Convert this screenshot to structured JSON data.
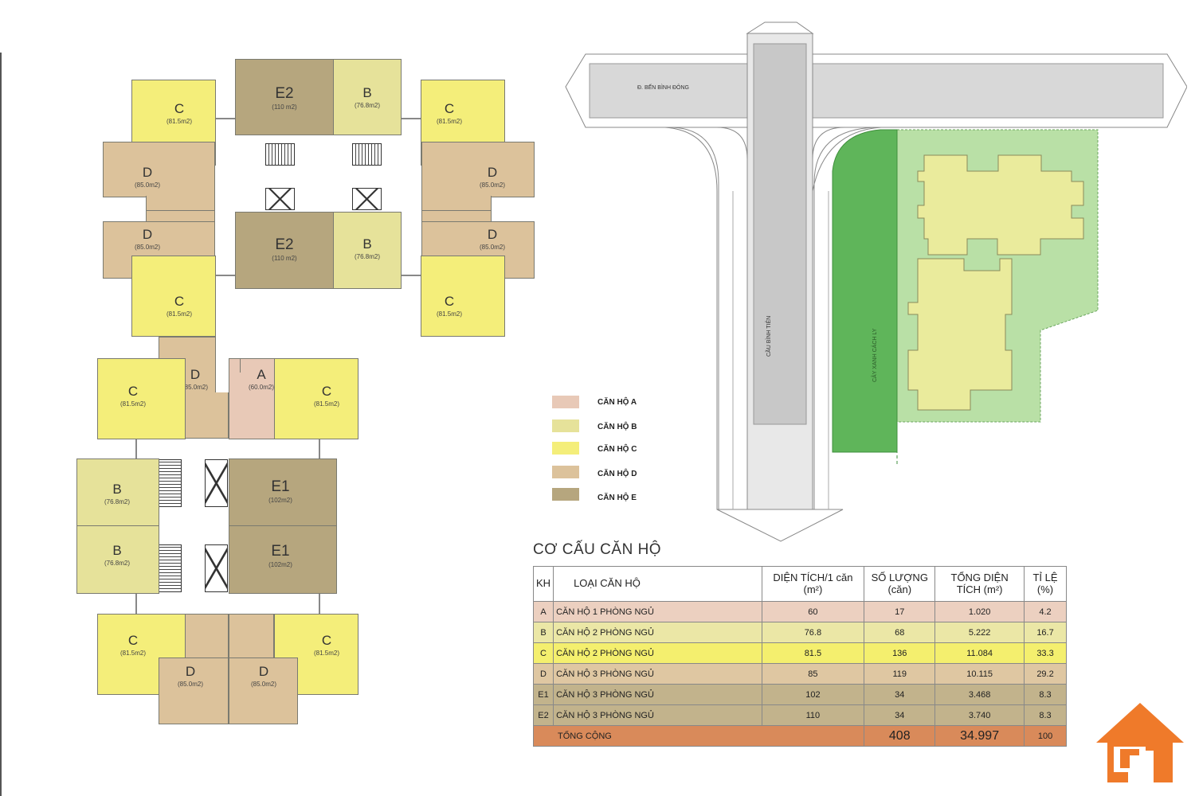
{
  "colors": {
    "A": "#e8c9b7",
    "B": "#e6e29a",
    "C": "#f4ee7a",
    "D": "#dcc29b",
    "E": "#b6a67e",
    "total": "#d98a5a",
    "green": "#b9e0a6",
    "green_dark": "#5fb55a",
    "road": "#d8d8d8",
    "logo": "#ef7a2a"
  },
  "units": {
    "c1": {
      "code": "C",
      "area": "(81.5m2)"
    },
    "e2a": {
      "code": "E2",
      "area": "(110 m2)"
    },
    "b1": {
      "code": "B",
      "area": "(76.8m2)"
    },
    "c2": {
      "code": "C",
      "area": "(81.5m2)"
    },
    "d1": {
      "code": "D",
      "area": "(85.0m2)"
    },
    "d2": {
      "code": "D",
      "area": "(85.0m2)"
    },
    "d3": {
      "code": "D",
      "area": "(85.0m2)"
    },
    "d4": {
      "code": "D",
      "area": "(85.0m2)"
    },
    "e2b": {
      "code": "E2",
      "area": "(110 m2)"
    },
    "b2": {
      "code": "B",
      "area": "(76.8m2)"
    },
    "c3": {
      "code": "C",
      "area": "(81.5m2)"
    },
    "c4": {
      "code": "C",
      "area": "(81.5m2)"
    },
    "c5": {
      "code": "C",
      "area": "(81.5m2)"
    },
    "d5": {
      "code": "D",
      "area": "(85.0m2)"
    },
    "a1": {
      "code": "A",
      "area": "(60.0m2)"
    },
    "c6": {
      "code": "C",
      "area": "(81.5m2)"
    },
    "b3": {
      "code": "B",
      "area": "(76.8m2)"
    },
    "e1a": {
      "code": "E1",
      "area": "(102m2)"
    },
    "b4": {
      "code": "B",
      "area": "(76.8m2)"
    },
    "e1b": {
      "code": "E1",
      "area": "(102m2)"
    },
    "c7": {
      "code": "C",
      "area": "(81.5m2)"
    },
    "c8": {
      "code": "C",
      "area": "(81.5m2)"
    },
    "d6": {
      "code": "D",
      "area": "(85.0m2)"
    },
    "d7": {
      "code": "D",
      "area": "(85.0m2)"
    }
  },
  "site": {
    "road_label": "Đ. BẾN BÌNH ĐÔNG",
    "bridge_label": "CẦU BÌNH TIÊN",
    "green_label": "CÂY XANH CÁCH LY"
  },
  "legend": [
    {
      "label": "CĂN HỘ A",
      "color": "#e8c9b7"
    },
    {
      "label": "CĂN HỘ B",
      "color": "#e6e29a"
    },
    {
      "label": "CĂN HỘ C",
      "color": "#f4ee7a"
    },
    {
      "label": "CĂN HỘ D",
      "color": "#dcc29b"
    },
    {
      "label": "CĂN HỘ E",
      "color": "#b6a67e"
    }
  ],
  "table": {
    "title": "CƠ CẤU CĂN HỘ",
    "headers": [
      "KH",
      "LOẠI CĂN HỘ",
      "DIỆN TÍCH/1 căn (m²)",
      "SỐ LƯỢNG (căn)",
      "TỔNG DIỆN TÍCH (m²)",
      "TỈ LỆ (%)"
    ],
    "rows": [
      {
        "kh": "A",
        "type": "CĂN HỘ  1 PHÒNG NGỦ",
        "area": "60",
        "qty": "17",
        "total": "1.020",
        "pct": "4.2",
        "color": "#ecd0c0"
      },
      {
        "kh": "B",
        "type": "CĂN HỘ  2 PHÒNG NGỦ",
        "area": "76.8",
        "qty": "68",
        "total": "5.222",
        "pct": "16.7",
        "color": "#ebe7a6"
      },
      {
        "kh": "C",
        "type": "CĂN HỘ  2 PHÒNG NGỦ",
        "area": "81.5",
        "qty": "136",
        "total": "11.084",
        "pct": "33.3",
        "color": "#f4ef6e"
      },
      {
        "kh": "D",
        "type": "CĂN HỘ  3 PHÒNG NGỦ",
        "area": "85",
        "qty": "119",
        "total": "10.115",
        "pct": "29.2",
        "color": "#dfc7a2"
      },
      {
        "kh": "E1",
        "type": "CĂN HỘ  3 PHÒNG NGỦ",
        "area": "102",
        "qty": "34",
        "total": "3.468",
        "pct": "8.3",
        "color": "#c2b38c"
      },
      {
        "kh": "E2",
        "type": "CĂN HỘ  3 PHÒNG NGỦ",
        "area": "110",
        "qty": "34",
        "total": "3.740",
        "pct": "8.3",
        "color": "#c2b38c"
      }
    ],
    "total": {
      "label": "TỔNG CỘNG",
      "qty": "408",
      "total": "34.997",
      "pct": "100"
    }
  }
}
